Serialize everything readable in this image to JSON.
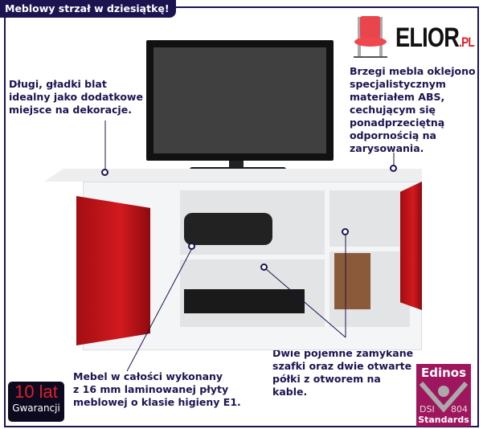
{
  "header": {
    "title": "Meblowy strzał w dziesiątkę!"
  },
  "logo": {
    "name": "ELIOR",
    "suffix": ".PL",
    "icon": "chair-icon"
  },
  "callouts": {
    "top_left": "Długi, gładki blat\nidealny jako dodatkowe\nmiejsce na dekoracje.",
    "top_right": "Brzegi mebla oklejono\nspecjalistycznym\nmateriałem ABS,\ncechującym się\nponadprzeciętną\nodpornością na\nzarysowania.",
    "bottom_left": "Mebel w całości wykonany\nz 16 mm laminowanej płyty\nmeblowej o klasie higieny E1.",
    "bottom_right": "Dwie pojemne zamykane\nszafki oraz dwie otwarte\npółki z otworem na\nkable."
  },
  "warranty": {
    "years": "10 lat",
    "label": "Gwarancji"
  },
  "certificate": {
    "brand": "Edinos",
    "left": "DSI",
    "right": "804",
    "label": "Standards"
  },
  "colors": {
    "navy": "#1c1450",
    "door_red": "#c4151b"
  }
}
